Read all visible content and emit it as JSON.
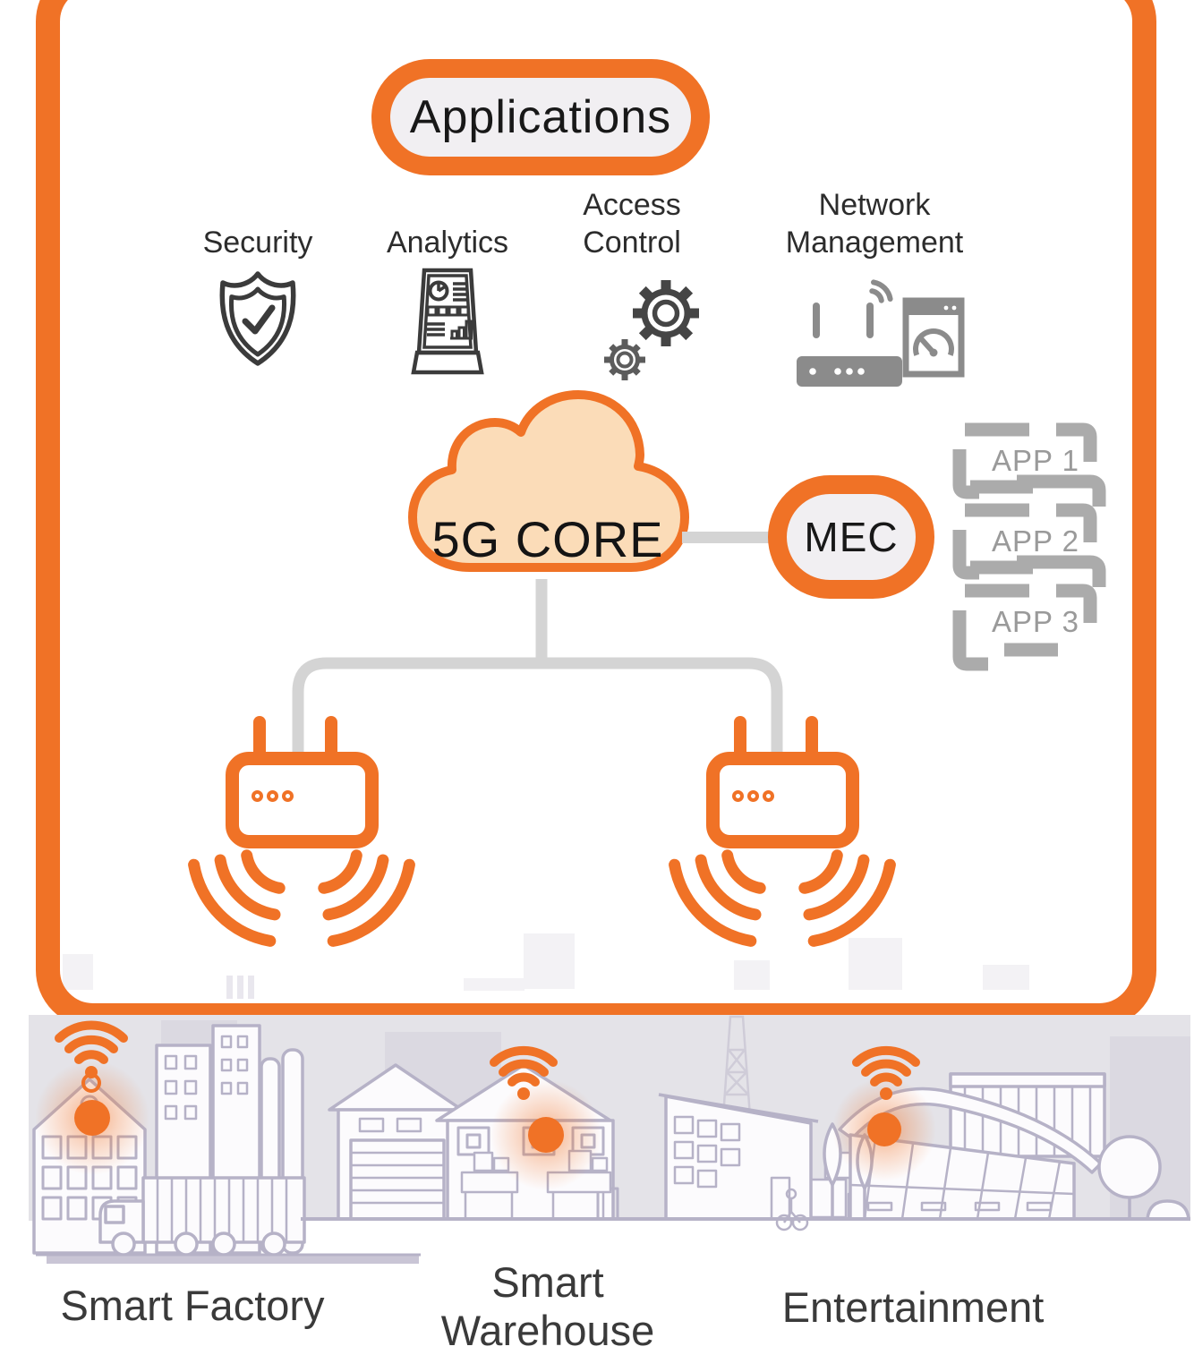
{
  "colors": {
    "orange": "#F07226",
    "cloud_fill": "#FBDCB8",
    "pill_fill": "#F1EFF2",
    "connector_gray": "#D4D4D4",
    "bracket_gray": "#ABABAB",
    "city_line": "#B6B2C7",
    "sky": "#E4E3E8"
  },
  "applications": {
    "title": "Applications",
    "items": [
      {
        "name": "security",
        "label": "Security",
        "icon": "shield-check-icon"
      },
      {
        "name": "analytics",
        "label": "Analytics",
        "icon": "dashboard-kiosk-icon"
      },
      {
        "name": "access-control",
        "label": "Access Control",
        "icon": "gears-icon"
      },
      {
        "name": "network-management",
        "label": "Network Management",
        "icon": "router-speedometer-icon"
      }
    ]
  },
  "core": {
    "label": "5G CORE"
  },
  "mec": {
    "label": "MEC",
    "apps": [
      {
        "label": "APP 1"
      },
      {
        "label": "APP 2"
      },
      {
        "label": "APP 3"
      }
    ]
  },
  "radios": {
    "count": 2,
    "icon": "radio-unit-icon",
    "signal_icon": "wifi-waves-icon"
  },
  "city": {
    "sites": [
      {
        "name": "smart-factory",
        "label": "Smart Factory"
      },
      {
        "name": "smart-warehouse",
        "label": "Smart Warehouse"
      },
      {
        "name": "entertainment",
        "label": "Entertainment"
      }
    ]
  }
}
